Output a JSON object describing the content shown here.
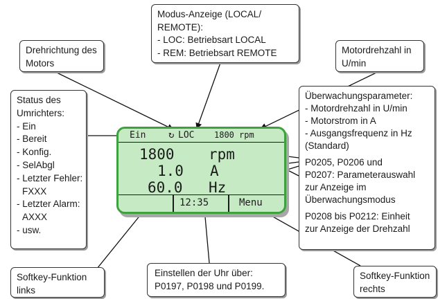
{
  "callouts": {
    "mode_display": {
      "lines": [
        "Modus-Anzeige (LOCAL/",
        "REMOTE):",
        "- LOC: Betriebsart LOCAL",
        "- REM: Betriebsart REMOTE"
      ]
    },
    "rotation_direction": {
      "lines": [
        "Drehrichtung des",
        "Motors"
      ]
    },
    "motor_speed": {
      "lines": [
        "Motordrehzahl in",
        "U/min"
      ]
    },
    "inverter_status": {
      "lines": [
        "Status des",
        "Umrichters:",
        "- Ein",
        "- Bereit",
        "- Konfig.",
        "- SelAbgl",
        "- Letzter Fehler:",
        "  FXXX",
        "- Letzter Alarm:",
        "  AXXX",
        "- usw."
      ]
    },
    "monitoring_params": {
      "intro": [
        "Überwachungsparameter:",
        "- Motordrehzahl in U/min",
        "- Motorstrom in A",
        "- Ausgangsfrequenz in Hz",
        "(Standard)"
      ],
      "selection": [
        "P0205, P0206 und",
        "P0207: Parameterauswahl",
        "zur Anzeige im",
        "Überwachungsmodus"
      ],
      "unit": [
        "P0208 bis P0212: Einheit",
        "zur Anzeige der Drehzahl"
      ]
    },
    "softkey_left": {
      "lines": [
        "Softkey-Funktion",
        "links"
      ]
    },
    "clock_setting": {
      "lines": [
        "Einstellen der Uhr über:",
        "P0197, P0198 und P0199."
      ]
    },
    "softkey_right": {
      "lines": [
        "Softkey-Funktion",
        "rechts"
      ]
    }
  },
  "display": {
    "status": "Ein",
    "rotation_symbol": "↻",
    "mode": "LOC",
    "top_speed_value": "1800",
    "top_speed_unit": "rpm",
    "rows": [
      {
        "value": "1800",
        "unit": "rpm"
      },
      {
        "value": "1.0",
        "unit": "A"
      },
      {
        "value": "60.0",
        "unit": "Hz"
      }
    ],
    "softkey_left_label": "",
    "clock": "12:35",
    "softkey_right_label": "Menu"
  },
  "colors": {
    "lcd_background": "#c6ebc4",
    "lcd_border": "#3da23d",
    "text": "#1a1a1a",
    "shadow": "#9a9a9a"
  }
}
